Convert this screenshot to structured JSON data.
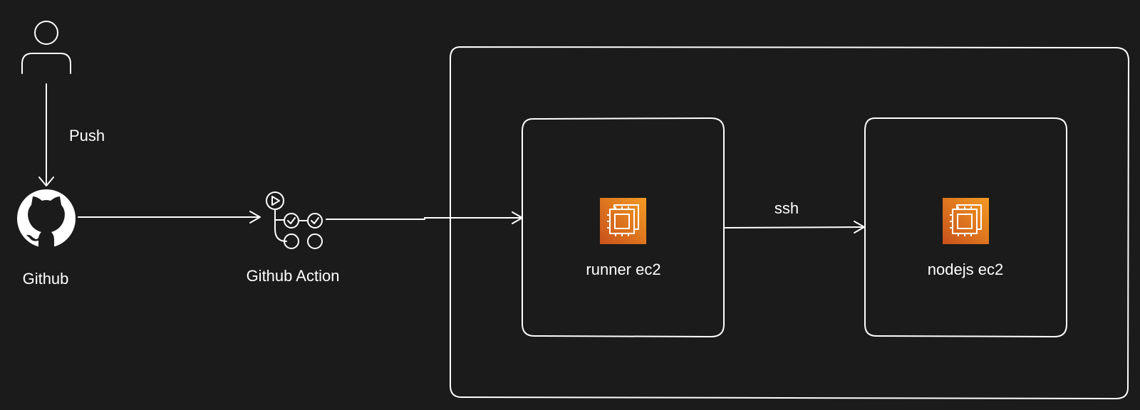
{
  "nodes": {
    "user": {
      "icon": "user-icon"
    },
    "github": {
      "label": "Github",
      "icon": "github-icon"
    },
    "github_action": {
      "label": "Github Action",
      "icon": "github-actions-icon"
    },
    "runner": {
      "label": "runner ec2",
      "icon": "aws-ec2-icon"
    },
    "nodejs": {
      "label": "nodejs ec2",
      "icon": "aws-ec2-icon"
    }
  },
  "edges": {
    "push": {
      "label": "Push"
    },
    "ssh": {
      "label": "ssh"
    }
  },
  "colors": {
    "background": "#1b1b1b",
    "stroke": "#ffffff",
    "ec2_orange_light": "#f09322",
    "ec2_orange_dark": "#d05c17"
  }
}
